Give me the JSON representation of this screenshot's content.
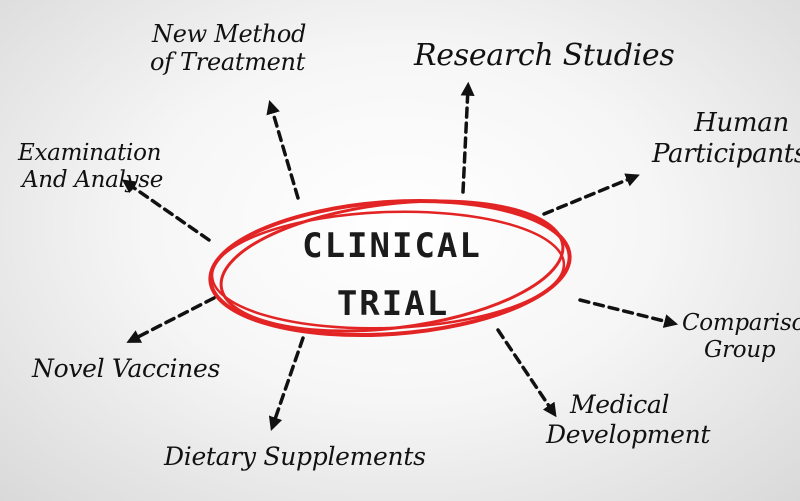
{
  "colors": {
    "ring": "#e32424",
    "ink": "#111111"
  },
  "center": {
    "line1": "CLINICAL",
    "line2": "TRIAL"
  },
  "nodes": {
    "new_method": {
      "line1": "New Method",
      "line2": "of Treatment"
    },
    "research_studies": {
      "line1": "Research Studies"
    },
    "human_participants": {
      "line1": "Human",
      "line2": "Participants"
    },
    "examination": {
      "line1": "Examination",
      "line2": "And Analyse"
    },
    "comparison_group": {
      "line1": "Comparison",
      "line2": "Group"
    },
    "novel_vaccines": {
      "line1": "Novel Vaccines"
    },
    "medical_development": {
      "line1": "Medical",
      "line2": "Development"
    },
    "dietary_supplements": {
      "line1": "Dietary Supplements"
    }
  }
}
